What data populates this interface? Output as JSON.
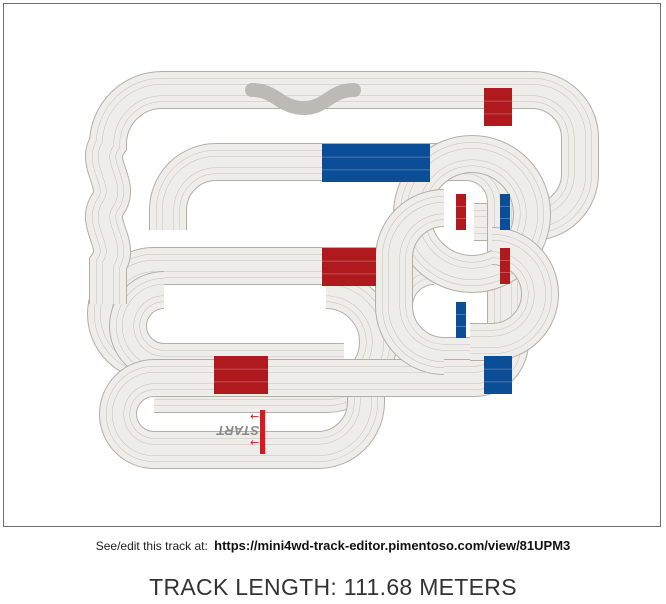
{
  "track": {
    "start_label": "START",
    "colors": {
      "track_fill": "#efedea",
      "track_edge": "#b4aea6",
      "lane_line": "#c4beb6",
      "red_section": "#b0191e",
      "blue_section": "#0b4d96",
      "bridge_fill": "#bdbab5"
    }
  },
  "footer": {
    "link_prefix": "See/edit this track at:",
    "link_url": "https://mini4wd-track-editor.pimentoso.com/view/81UPM3",
    "length_text": "TRACK LENGTH: 111.68 METERS"
  }
}
